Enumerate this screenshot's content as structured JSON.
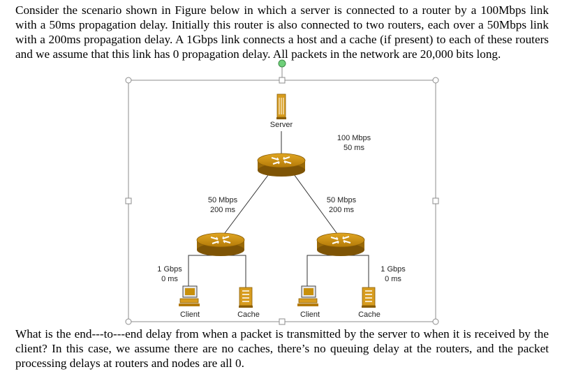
{
  "paragraph_1": "Consider the scenario shown in Figure below in which a server is connected to a router by a 100Mbps link with a 50ms propagation delay. Initially this router is also connected to two routers, each over a 50Mbps link with a 200ms propagation delay. A 1Gbps link connects a host and a cache (if present) to each of these routers and we assume that this link has 0 propagation delay. All packets in the network are 20,000 bits long.",
  "figure": {
    "server": "Server",
    "link_top": {
      "rate": "100 Mbps",
      "delay": "50 ms"
    },
    "link_left": {
      "rate": "50 Mbps",
      "delay": "200 ms"
    },
    "link_right": {
      "rate": "50 Mbps",
      "delay": "200 ms"
    },
    "access_left": {
      "rate": "1 Gbps",
      "delay": "0 ms"
    },
    "access_right": {
      "rate": "1 Gbps",
      "delay": "0 ms"
    },
    "client_left": "Client",
    "cache_left": "Cache",
    "client_right": "Client",
    "cache_right": "Cache",
    "colors": {
      "router": "#c8900c",
      "router_dark": "#8a5e06",
      "selection": "#8c8c8c",
      "rotate_handle": "#6fcf7a"
    },
    "icons": [
      "server-icon",
      "router-icon",
      "client-computer-icon",
      "cache-icon"
    ]
  },
  "paragraph_2": "What is the end---to---end delay from when a packet is transmitted by the server to when it is received by the client? In this case, we assume there are no caches, there’s no queuing delay at the routers, and the packet processing delays at routers and nodes are all 0."
}
